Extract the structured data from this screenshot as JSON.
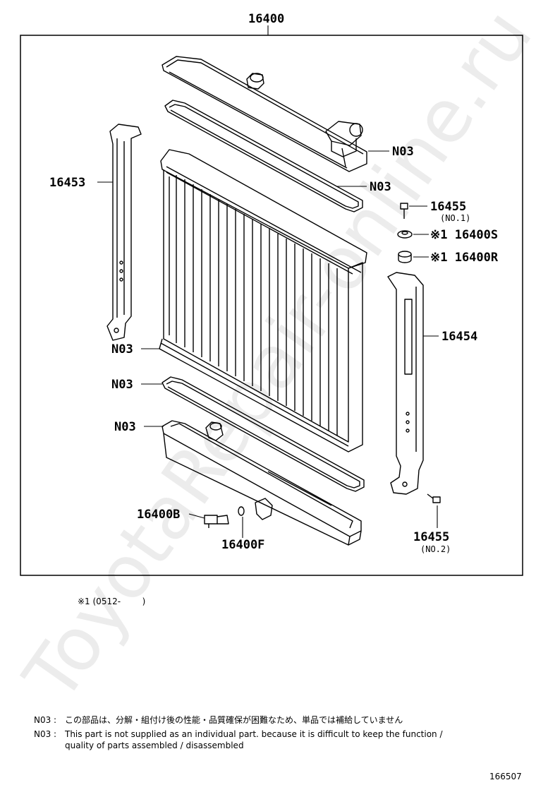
{
  "watermark": "ToyotaRepair-online.ru",
  "assembly": {
    "label": "16400"
  },
  "callouts": {
    "c_16453": "16453",
    "c_n03_tank": "N03",
    "c_n03_gasket_top": "N03",
    "c_16455_a": "16455",
    "c_16455_a_sub": "(NO.1)",
    "c_16400s": "※1 16400S",
    "c_16400r": "※1 16400R",
    "c_16454": "16454",
    "c_n03_core": "N03",
    "c_n03_gasket_bottom": "N03",
    "c_n03_lower_tank": "N03",
    "c_16400b": "16400B",
    "c_16400f": "16400F",
    "c_16455_b": "16455",
    "c_16455_b_sub": "(NO.2)"
  },
  "footnote": "※1 (0512-        )",
  "notes": {
    "jp_code": "N03 :",
    "jp_text": "この部品は、分解・組付け後の性能・品質確保が困難なため、単品では補給していません",
    "en_code": "N03 :",
    "en_text_1": "This part is not supplied as an individual part. because it is difficult to keep the function /",
    "en_text_2": "quality of parts assembled / disassembled"
  },
  "diagram_id": "166507"
}
